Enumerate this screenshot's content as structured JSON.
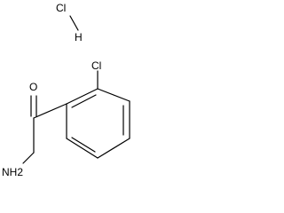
{
  "molecule": {
    "salt_atoms": {
      "chlorine": "Cl",
      "hydrogen": "H"
    },
    "atoms": {
      "ring_chlorine": "Cl",
      "carbonyl_oxygen": "O",
      "amine": "NH2"
    },
    "colors": {
      "bond": "#000000",
      "label": "#000000",
      "background": "#ffffff"
    }
  }
}
